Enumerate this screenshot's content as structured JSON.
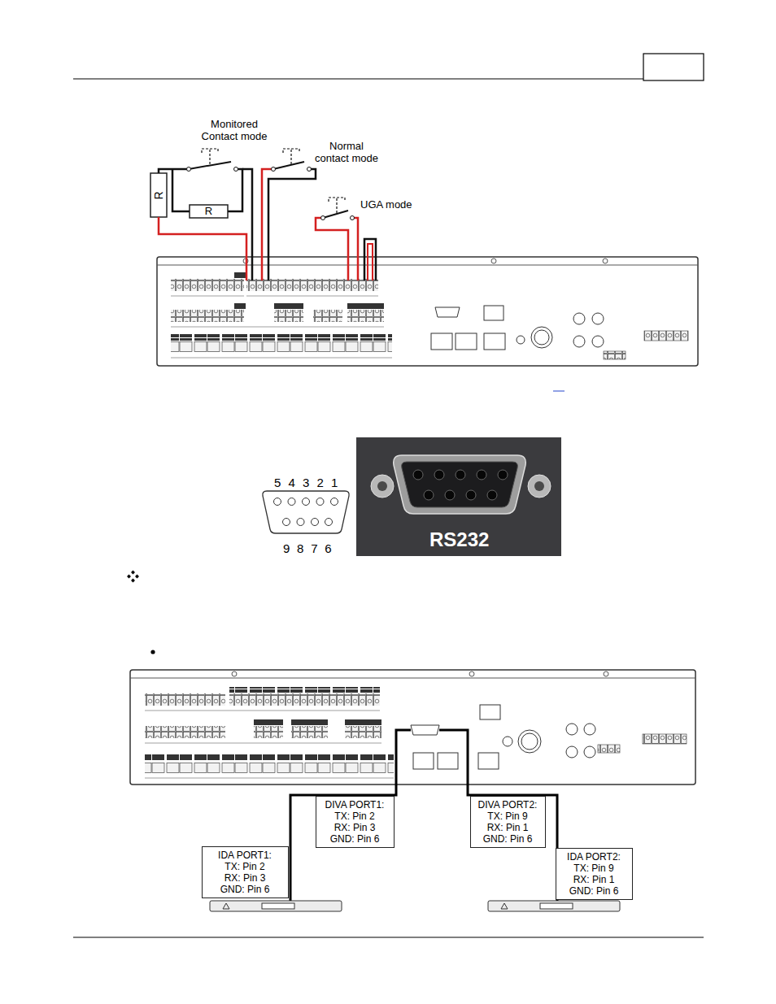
{
  "diagram": {
    "nodes": [
      {
        "text": [
          "DIVA PORT1:",
          "TX: Pin 2",
          "RX: Pin 3",
          "GND: Pin 6"
        ]
      },
      {
        "text": [
          "DIVA PORT2:",
          "TX: Pin 9",
          "RX: Pin 1",
          "GND: Pin 6"
        ]
      },
      {
        "text": [
          "IDA PORT1:",
          "TX: Pin 2",
          "RX: Pin 3",
          "GND: Pin 6"
        ]
      },
      {
        "text": [
          "IDA PORT2:",
          "TX: Pin 9",
          "RX: Pin 1",
          "GND: Pin 6"
        ]
      }
    ],
    "labels": [
      "Monitored Contact mode",
      "Normal contact mode",
      "UGA mode",
      "R",
      "R",
      "5 4 3 2 1",
      "9 8 7 6",
      "RS232"
    ]
  }
}
